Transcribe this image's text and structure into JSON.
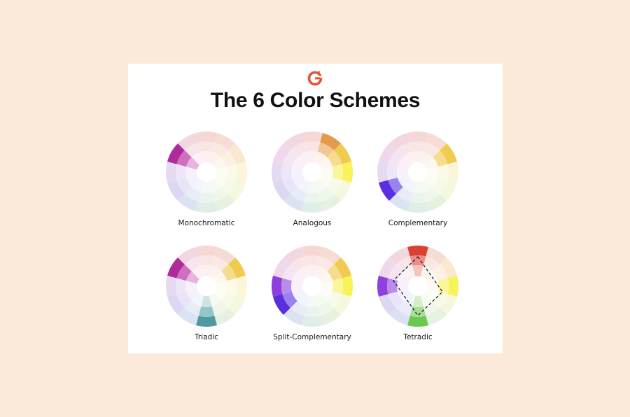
{
  "title": "The 6 Color Schemes",
  "logo_text": "G2",
  "brand_color": "#e5502f",
  "schemes": [
    {
      "label": "Monochromatic",
      "highlight": [
        {
          "hue": 300,
          "rings": [
            0,
            1,
            2
          ],
          "colors": [
            "#b02b9a",
            "#cf6fc0",
            "#e6b4dd"
          ]
        }
      ]
    },
    {
      "label": "Analogous",
      "highlight": [
        {
          "hue": 30,
          "rings": [
            0,
            1
          ],
          "colors": [
            "#e39a4a",
            "#f0c691"
          ]
        },
        {
          "hue": 60,
          "rings": [
            0,
            1
          ],
          "colors": [
            "#f1cb50",
            "#f6dd8e"
          ]
        },
        {
          "hue": 90,
          "rings": [
            0,
            1
          ],
          "colors": [
            "#f7f35a",
            "#faf69a"
          ]
        }
      ]
    },
    {
      "label": "Complementary",
      "highlight": [
        {
          "hue": 60,
          "rings": [
            0,
            1
          ],
          "colors": [
            "#f1cb50",
            "#f6dc8c"
          ]
        },
        {
          "hue": 240,
          "rings": [
            0,
            1
          ],
          "colors": [
            "#5a2fe0",
            "#9b82ee"
          ]
        }
      ]
    },
    {
      "label": "Triadic",
      "highlight": [
        {
          "hue": 60,
          "rings": [
            0,
            1
          ],
          "colors": [
            "#f1cb50",
            "#f6dc8c"
          ]
        },
        {
          "hue": 180,
          "rings": [
            0,
            1,
            2
          ],
          "colors": [
            "#4f9aa0",
            "#94c6c9",
            "#cde4e5"
          ]
        },
        {
          "hue": 300,
          "rings": [
            0,
            1,
            2
          ],
          "colors": [
            "#b02b9a",
            "#cf6fc0",
            "#e6b4dd"
          ]
        }
      ]
    },
    {
      "label": "Split-Complementary",
      "highlight": [
        {
          "hue": 60,
          "rings": [
            0,
            1
          ],
          "colors": [
            "#f1cb50",
            "#f6dc8c"
          ]
        },
        {
          "hue": 90,
          "rings": [
            0,
            1
          ],
          "colors": [
            "#f7f35a",
            "#faf69a"
          ]
        },
        {
          "hue": 240,
          "rings": [
            0,
            1
          ],
          "colors": [
            "#5a2fe0",
            "#9b82ee"
          ]
        },
        {
          "hue": 270,
          "rings": [
            0,
            1
          ],
          "colors": [
            "#8e3fdc",
            "#b98cea"
          ]
        }
      ]
    },
    {
      "label": "Tetradic",
      "highlight": [
        {
          "hue": 0,
          "rings": [
            0,
            1,
            2
          ],
          "colors": [
            "#db4032",
            "#eb8f86",
            "#f4c3be"
          ]
        },
        {
          "hue": 90,
          "rings": [
            0,
            1
          ],
          "colors": [
            "#f7f35a",
            "#faf69a"
          ]
        },
        {
          "hue": 180,
          "rings": [
            0,
            1,
            2
          ],
          "colors": [
            "#6cc84f",
            "#a6de94",
            "#d3eecb"
          ]
        },
        {
          "hue": 270,
          "rings": [
            0,
            1
          ],
          "colors": [
            "#8e3fdc",
            "#b98cea"
          ]
        }
      ]
    }
  ],
  "base_wheel": [
    {
      "hue": 0,
      "colors": [
        "#f5d8d6",
        "#f9e6e4",
        "#fcf1f0"
      ]
    },
    {
      "hue": 30,
      "colors": [
        "#f6dcd3",
        "#fae8e2",
        "#fcf3ef"
      ]
    },
    {
      "hue": 60,
      "colors": [
        "#f8e9d0",
        "#fbf1e1",
        "#fdf8ef"
      ]
    },
    {
      "hue": 90,
      "colors": [
        "#fbf6d9",
        "#fcf9e6",
        "#fefcf2"
      ]
    },
    {
      "hue": 120,
      "colors": [
        "#f4f8dc",
        "#f8fae8",
        "#fbfcf3"
      ]
    },
    {
      "hue": 150,
      "colors": [
        "#e6f2df",
        "#eff7ea",
        "#f6faf3"
      ]
    },
    {
      "hue": 180,
      "colors": [
        "#dfeee6",
        "#eaf4ee",
        "#f3f9f5"
      ]
    },
    {
      "hue": 210,
      "colors": [
        "#dbe3f3",
        "#e7ecf7",
        "#f2f5fb"
      ]
    },
    {
      "hue": 240,
      "colors": [
        "#dcd8f3",
        "#e8e5f8",
        "#f3f1fb"
      ]
    },
    {
      "hue": 270,
      "colors": [
        "#e6d9f2",
        "#efe5f8",
        "#f6f1fb"
      ]
    },
    {
      "hue": 300,
      "colors": [
        "#efd8ec",
        "#f5e5f2",
        "#faf1f8"
      ]
    },
    {
      "hue": 330,
      "colors": [
        "#f3d7e0",
        "#f8e5ea",
        "#fbf1f4"
      ]
    }
  ],
  "tetradic_outline": {
    "hues": [
      0,
      90,
      180,
      270
    ],
    "stroke": "#111111"
  }
}
